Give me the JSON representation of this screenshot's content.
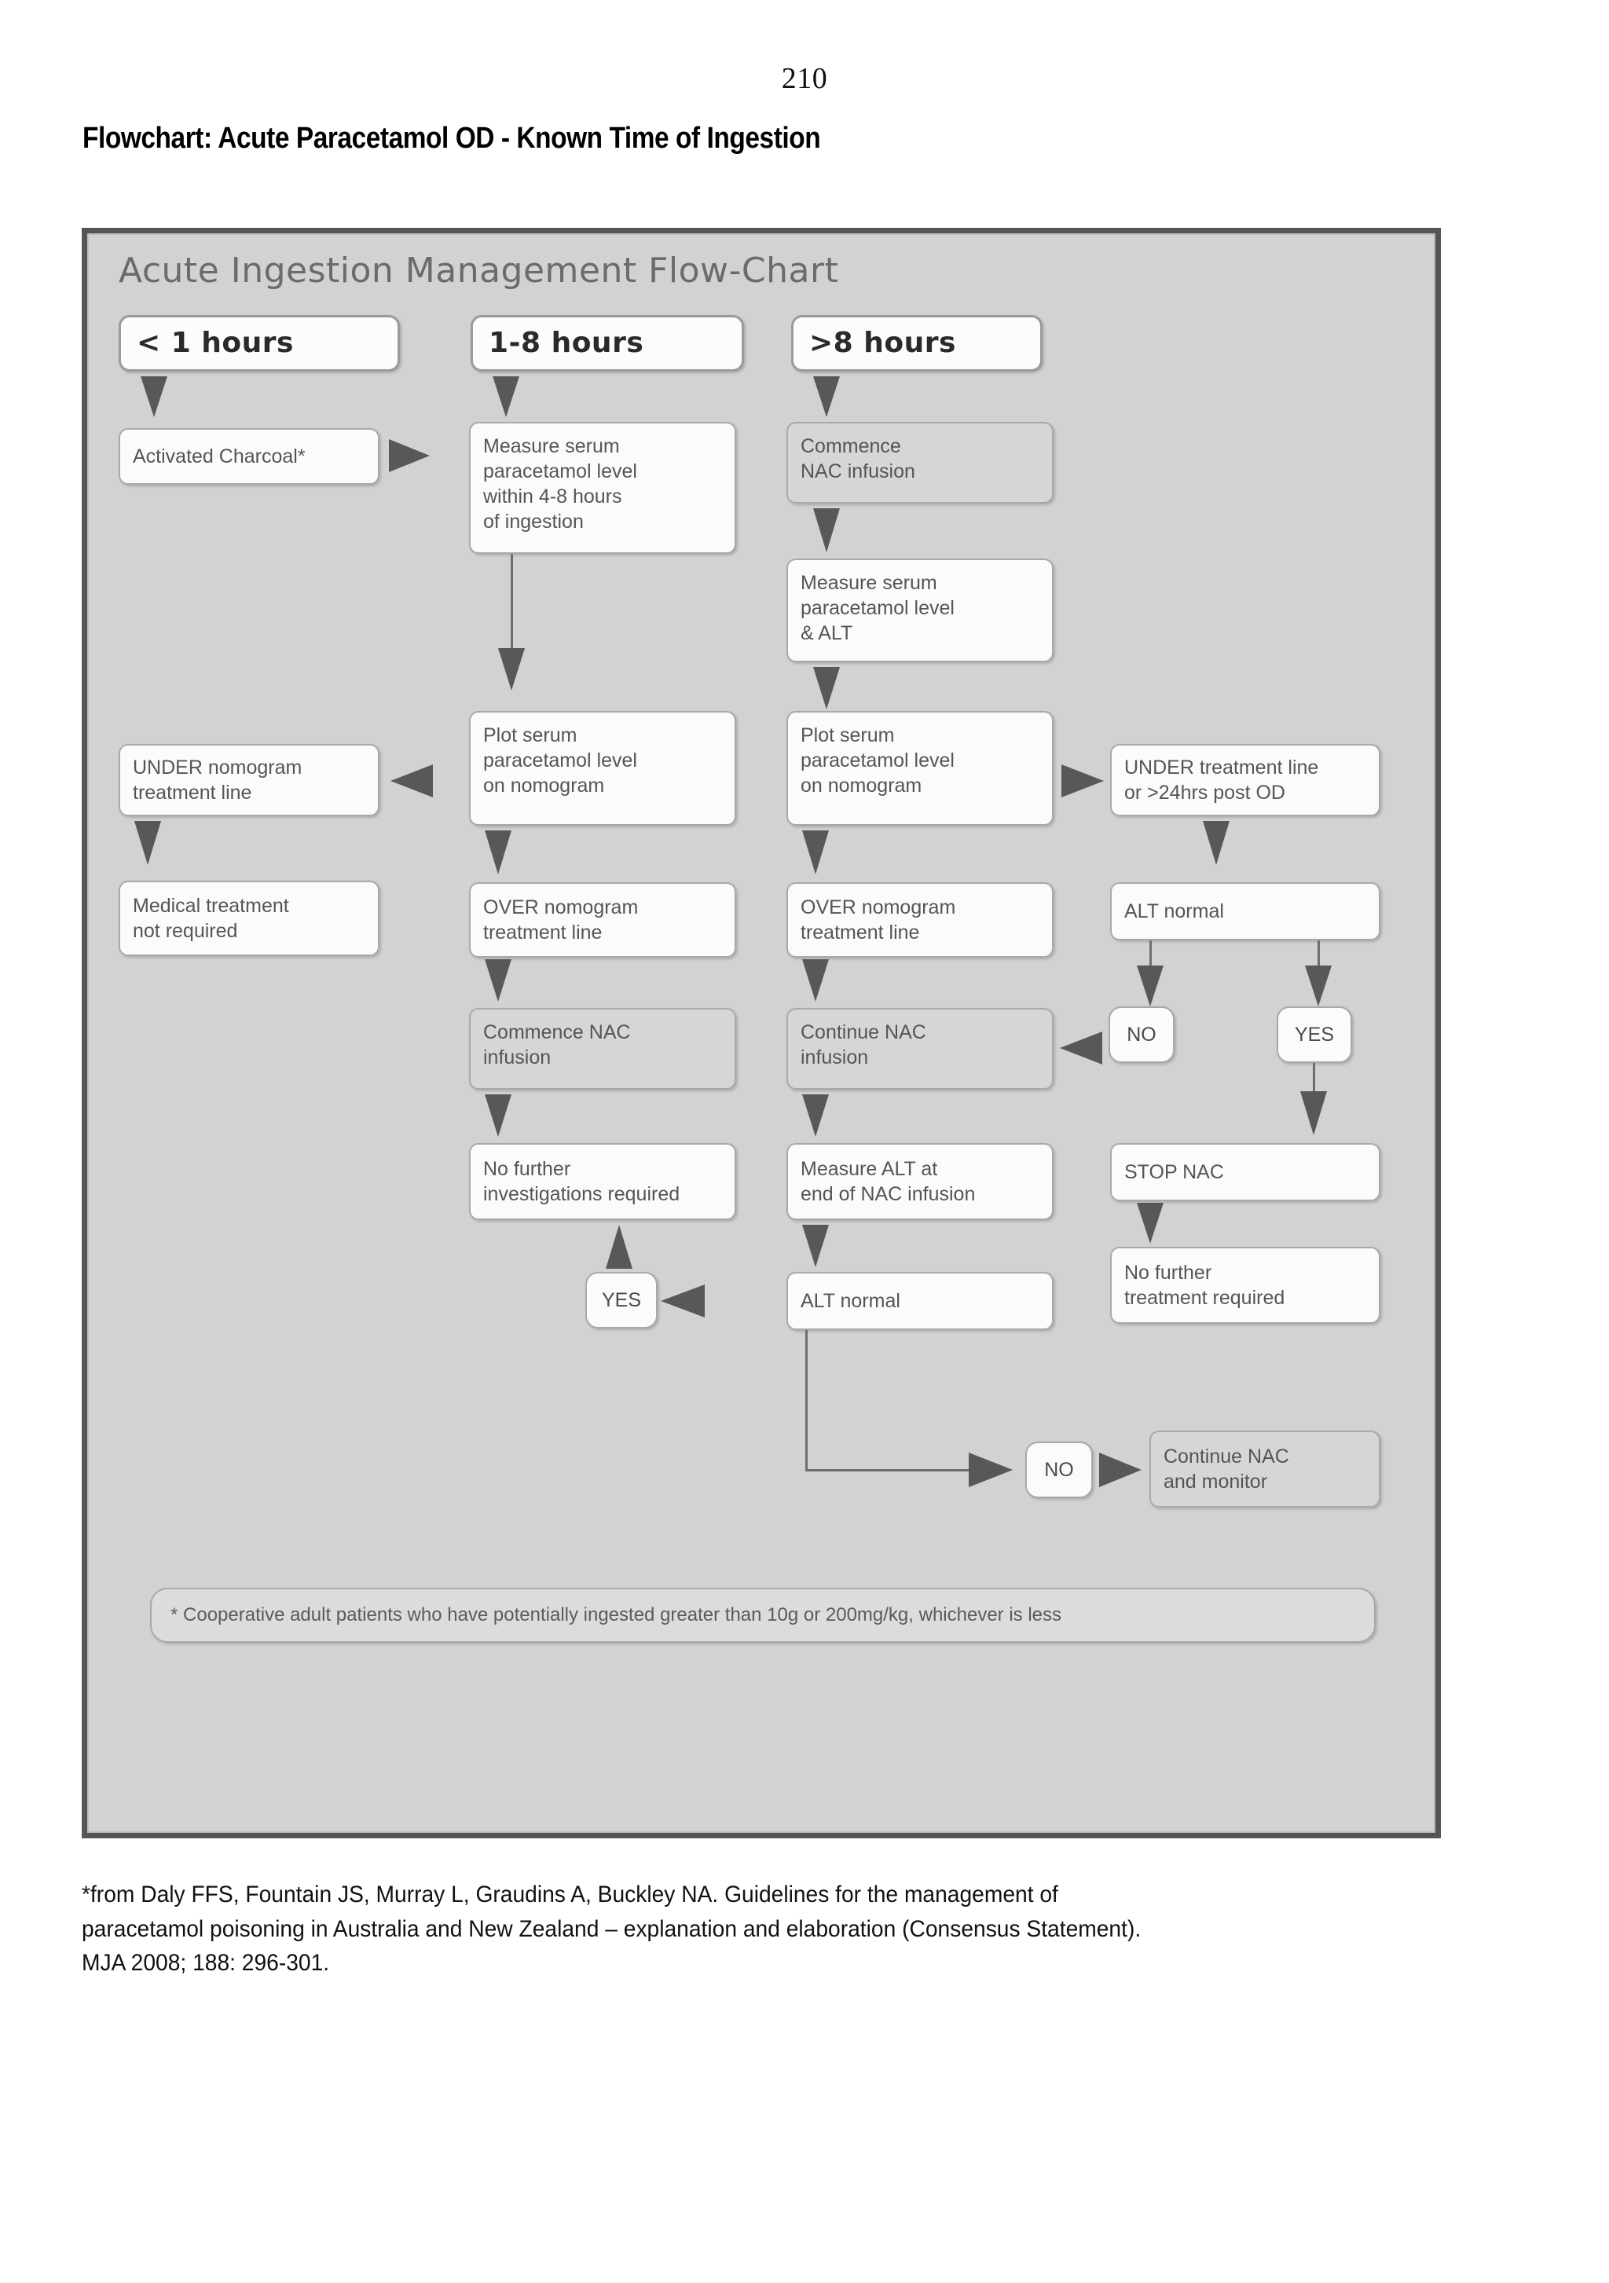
{
  "page": {
    "number": "210",
    "doc_title": "Flowchart:  Acute Paracetamol OD - Known Time of Ingestion"
  },
  "flowchart": {
    "title": "Acute Ingestion Management Flow-Chart",
    "footnote": "* Cooperative adult patients who have potentially ingested greater than 10g or 200mg/kg, whichever is less",
    "colors": {
      "frame_border": "#555555",
      "frame_fill": "#d2d2d2",
      "node_fill": "#fbfbfb",
      "node_fill_gray": "#d6d6d6",
      "node_border": "#a9a9a9",
      "arrow": "#585858",
      "title_text": "#6b6b6b",
      "body_text": "#555555"
    },
    "columns": [
      {
        "header": "< 1 hours"
      },
      {
        "header": "1-8 hours"
      },
      {
        "header": ">8 hours"
      }
    ],
    "nodes": {
      "activated_charcoal": "Activated Charcoal*",
      "measure_serum_4_8": "Measure serum\nparacetamol level\nwithin 4-8 hours\nof ingestion",
      "commence_nac_infusion_c3": "Commence\nNAC infusion",
      "measure_serum_alt": "Measure serum\nparacetamol level\n& ALT",
      "under_nomogram_line": "UNDER nomogram\ntreatment line",
      "plot_serum_c2": "Plot serum\nparacetamol level\non nomogram",
      "plot_serum_c3": "Plot serum\nparacetamol level\non nomogram",
      "under_treatment_line": "UNDER treatment line\nor >24hrs post OD",
      "medical_treatment_not_required": "Medical treatment\nnot required",
      "over_nomogram_c2": "OVER nomogram\ntreatment line",
      "over_nomogram_c3": "OVER nomogram\ntreatment line",
      "alt_normal_upper": "ALT normal",
      "commence_nac_c2": "Commence NAC\ninfusion",
      "continue_nac_c3": "Continue NAC\ninfusion",
      "no_upper": "NO",
      "yes_upper": "YES",
      "no_further_investigations": "No further\ninvestigations required",
      "measure_alt_end": "Measure ALT at\nend of NAC infusion",
      "stop_nac": "STOP NAC",
      "yes_lower": "YES",
      "alt_normal_lower": "ALT normal",
      "no_further_treatment": "No further\ntreatment required",
      "no_lower": "NO",
      "continue_nac_monitor": "Continue NAC\nand monitor"
    }
  },
  "citation": {
    "line1": "*from Daly FFS, Fountain JS, Murray L, Graudins A, Buckley NA. Guidelines for the management of",
    "line2": "paracetamol poisoning in Australia and New Zealand – explanation and elaboration (Consensus Statement).",
    "line3": "MJA 2008; 188: 296-301."
  }
}
